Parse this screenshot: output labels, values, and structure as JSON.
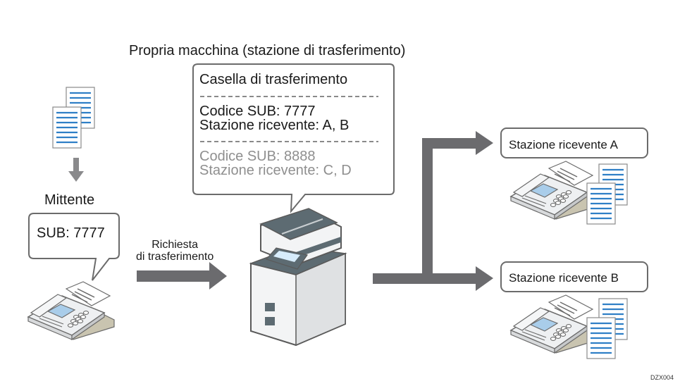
{
  "title": "Propria macchina (stazione di trasferimento)",
  "transfer_box": {
    "heading": "Casella di trasferimento",
    "entries": [
      {
        "code_line": "Codice SUB: 7777",
        "stations_line": "Stazione ricevente: A, B",
        "state": "active"
      },
      {
        "code_line": "Codice SUB: 8888",
        "stations_line": "Stazione ricevente: C, D",
        "state": "inactive"
      }
    ]
  },
  "sender": {
    "label": "Mittente",
    "bubble_text": "SUB: 7777"
  },
  "transfer_request": {
    "line1": "Richiesta",
    "line2": "di trasferimento"
  },
  "receivers": [
    {
      "label": "Stazione ricevente A"
    },
    {
      "label": "Stazione ricevente B"
    }
  ],
  "figure_code": "DZX004",
  "colors": {
    "arrow": "#6b6b6e",
    "document_lines": "#2f7fc6",
    "printer_dark": "#5d6b72",
    "screen": "#a9cdea",
    "outline": "#6b6b6b",
    "inactive_text": "#8f8f8f"
  },
  "icons": [
    "documents-icon",
    "fax-machine-icon",
    "multifunction-printer-icon",
    "arrow-icon"
  ]
}
